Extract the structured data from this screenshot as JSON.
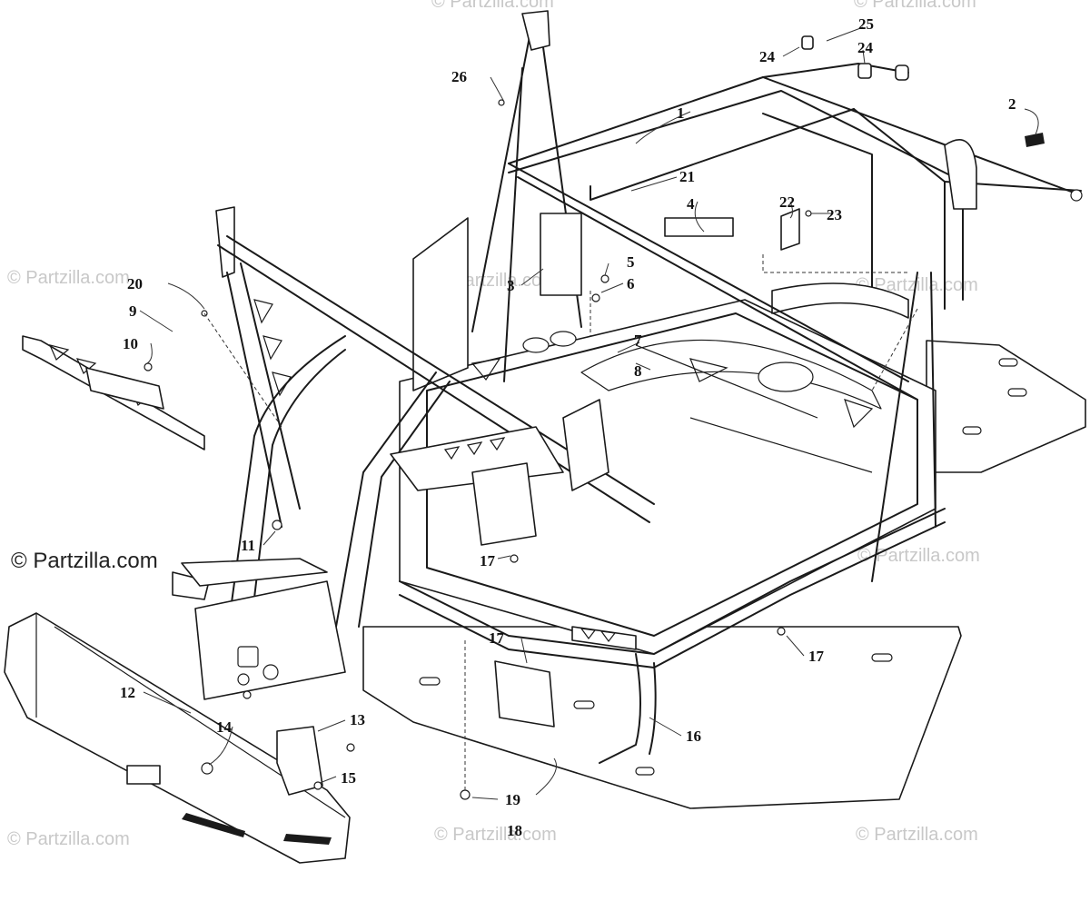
{
  "watermarks": {
    "main": "© Partzilla.com",
    "faint": "© Partzilla.com"
  },
  "callouts": {
    "c1": "1",
    "c2": "2",
    "c3": "3",
    "c4": "4",
    "c5": "5",
    "c6": "6",
    "c7": "7",
    "c8": "8",
    "c9": "9",
    "c10": "10",
    "c11": "11",
    "c12": "12",
    "c13": "13",
    "c14": "14",
    "c15": "15",
    "c16": "16",
    "c17a": "17",
    "c17b": "17",
    "c17c": "17",
    "c18": "18",
    "c19": "19",
    "c20": "20",
    "c21": "21",
    "c22": "22",
    "c23": "23",
    "c24a": "24",
    "c24b": "24",
    "c25": "25",
    "c26": "26"
  },
  "colors": {
    "line": "#1a1a1a",
    "watermark": "#c8c8c8",
    "background": "#ffffff"
  }
}
